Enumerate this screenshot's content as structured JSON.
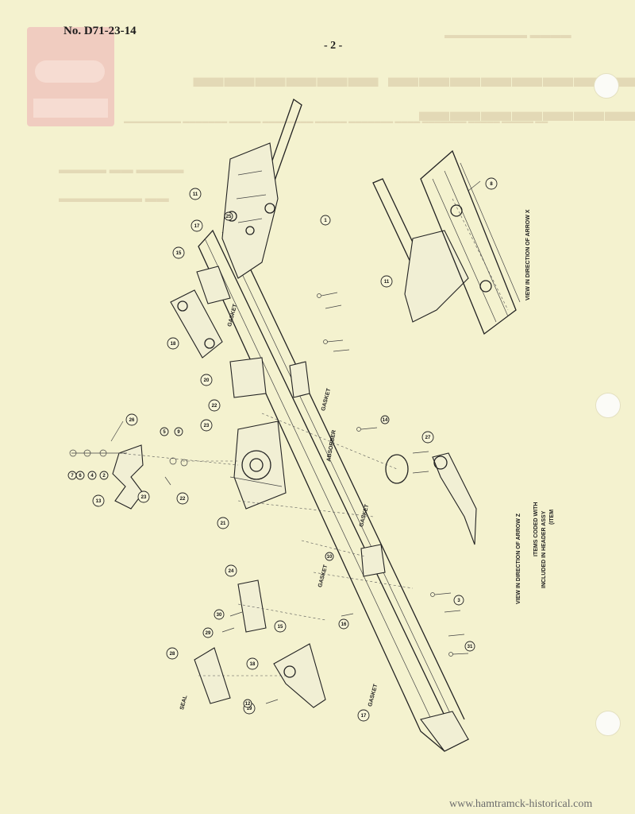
{
  "header": {
    "doc_number": "No. D71-23-14",
    "page_number": "- 2 -"
  },
  "labels": {
    "view_arrow_x": "VIEW IN DIRECTION OF ARROW X",
    "view_arrow_z": "VIEW IN DIRECTION OF ARROW Z",
    "items_coded_1": "ITEMS CODED WITH",
    "items_coded_2": "INCLUDED IN HEADER ASSY",
    "items_coded_3": "(ITEM",
    "gasket": "GASKET",
    "absorber": "ABSORBER",
    "seal": "SEAL"
  },
  "callouts": [
    "1",
    "2",
    "3",
    "4",
    "5",
    "6",
    "7",
    "8",
    "9",
    "10",
    "11",
    "12",
    "13",
    "14",
    "15",
    "16",
    "17",
    "18",
    "19",
    "20",
    "21",
    "22",
    "23",
    "24",
    "25",
    "26",
    "27",
    "28",
    "29",
    "30",
    "31"
  ],
  "watermark": "www.hamtramck-historical.com",
  "colors": {
    "paper": "#f4f2cf",
    "ink": "#222222",
    "ghost_text": "#e3d9b6",
    "ghost_logo": "#f0ccc0"
  }
}
